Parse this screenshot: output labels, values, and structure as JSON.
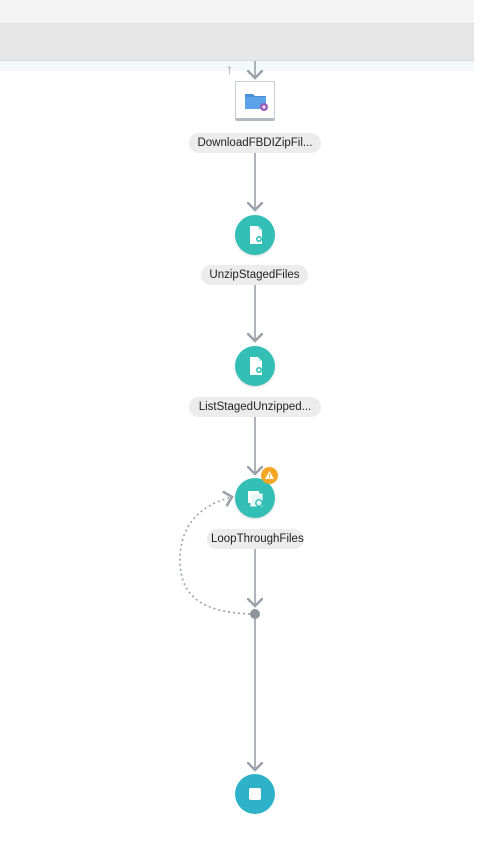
{
  "toolbar": {},
  "flow": {
    "nodes": [
      {
        "label": "DownloadFBDIZipFil...",
        "icon": "ftp-adapter-icon"
      },
      {
        "label": "UnzipStagedFiles",
        "icon": "stage-file-icon"
      },
      {
        "label": "ListStagedUnzipped...",
        "icon": "stage-file-icon"
      },
      {
        "label": "LoopThroughFiles",
        "icon": "for-each-icon",
        "badge": "warning-icon"
      },
      {
        "label": "",
        "icon": "stop-icon"
      }
    ]
  },
  "colors": {
    "action_node": "#33bfb6",
    "end_node": "#2eb2c9",
    "connector": "#9aa1a8",
    "warning": "#f5a623",
    "label_bg": "#ececec"
  }
}
